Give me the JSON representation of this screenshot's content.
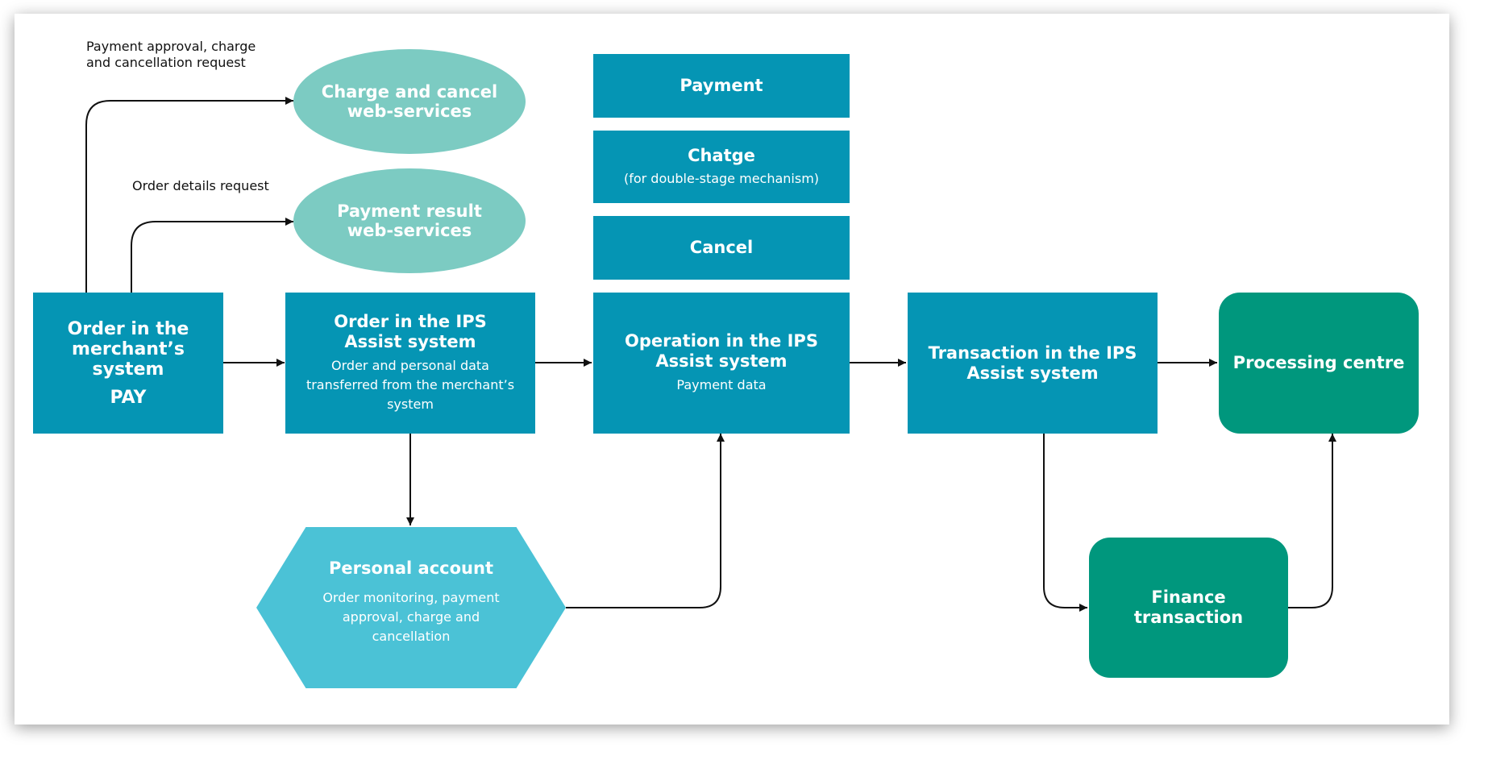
{
  "labels": {
    "charge_request": "Payment approval, charge\nand cancellation request",
    "order_details_request": "Order details request"
  },
  "ellipses": {
    "charge_cancel": "Charge and cancel\nweb-services",
    "payment_result": "Payment result\nweb-services"
  },
  "operations": {
    "payment": "Payment",
    "charge_title": "Chatge",
    "charge_note": "(for double-stage mechanism)",
    "cancel": "Cancel"
  },
  "nodes": {
    "merchant_order": {
      "title": "Order in the\nmerchant’s\nsystem",
      "action": "PAY"
    },
    "ips_order": {
      "title": "Order in the IPS\nAssist system",
      "sub": "Order and personal data transferred from the merchant’s system"
    },
    "ips_operation": {
      "title": "Operation in the IPS\nAssist system",
      "sub": "Payment data"
    },
    "ips_transaction": {
      "title": "Transaction in the IPS\nAssist system"
    },
    "processing_centre": {
      "title": "Processing centre"
    },
    "finance_transaction": {
      "title": "Finance\ntransaction"
    },
    "personal_account": {
      "title": "Personal account",
      "sub": "Order monitoring, payment approval, charge and cancellation"
    }
  },
  "colors": {
    "teal": "#0595b4",
    "green": "#00977d",
    "light_teal": "#7ccbc2",
    "light_blue": "#4bc2d6"
  }
}
